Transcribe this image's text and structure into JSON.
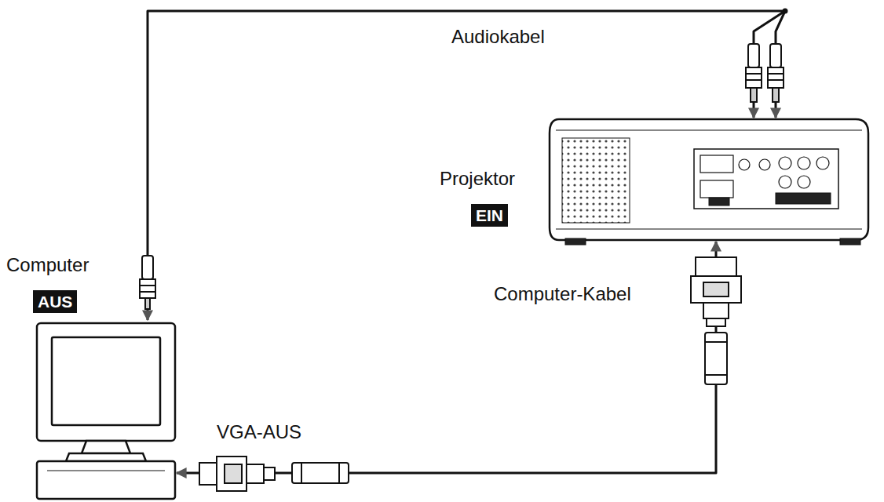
{
  "diagram": {
    "nodes": [
      {
        "text": [
          "Computer",
          "AUS"
        ]
      },
      {
        "text": [
          "Projektor",
          "EIN"
        ]
      }
    ],
    "edges": [
      {
        "from": 0,
        "to": 1,
        "arrow": "both",
        "label": "Audiokabel"
      },
      {
        "from": 0,
        "to": 1,
        "arrow": "both",
        "label": "Computer-Kabel"
      }
    ],
    "labels": [
      "VGA-AUS"
    ]
  }
}
